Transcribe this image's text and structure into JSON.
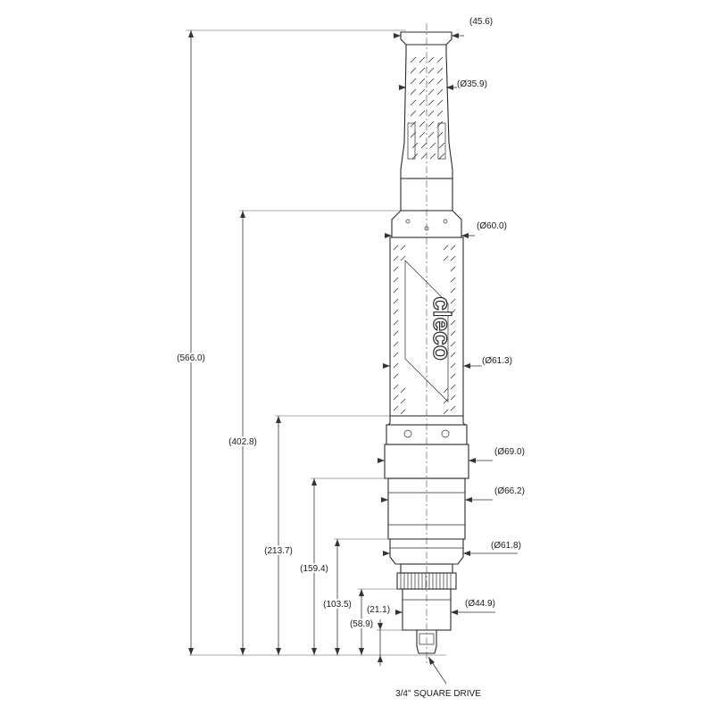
{
  "drawing": {
    "brand_logo": "cleco",
    "diameters": {
      "handle_tip": "(45.6)",
      "handle": "(Ø35.9)",
      "motor_top": "(Ø60.0)",
      "motor_grip": "(Ø61.3)",
      "gear_ring": "(Ø69.0)",
      "gear_housing": "(Ø66.2)",
      "lower_housing": "(Ø61.8)",
      "nose": "(Ø44.9)"
    },
    "lengths": {
      "overall": "(566.0)",
      "motor_to_drive": "(402.8)",
      "gear_to_drive": "(213.7)",
      "housing_to_drive": "(159.4)",
      "lower_to_drive": "(103.5)",
      "nose_to_drive": "(58.9)",
      "square_length": "(21.1)"
    },
    "drive_label": "3/4\" SQUARE DRIVE"
  }
}
